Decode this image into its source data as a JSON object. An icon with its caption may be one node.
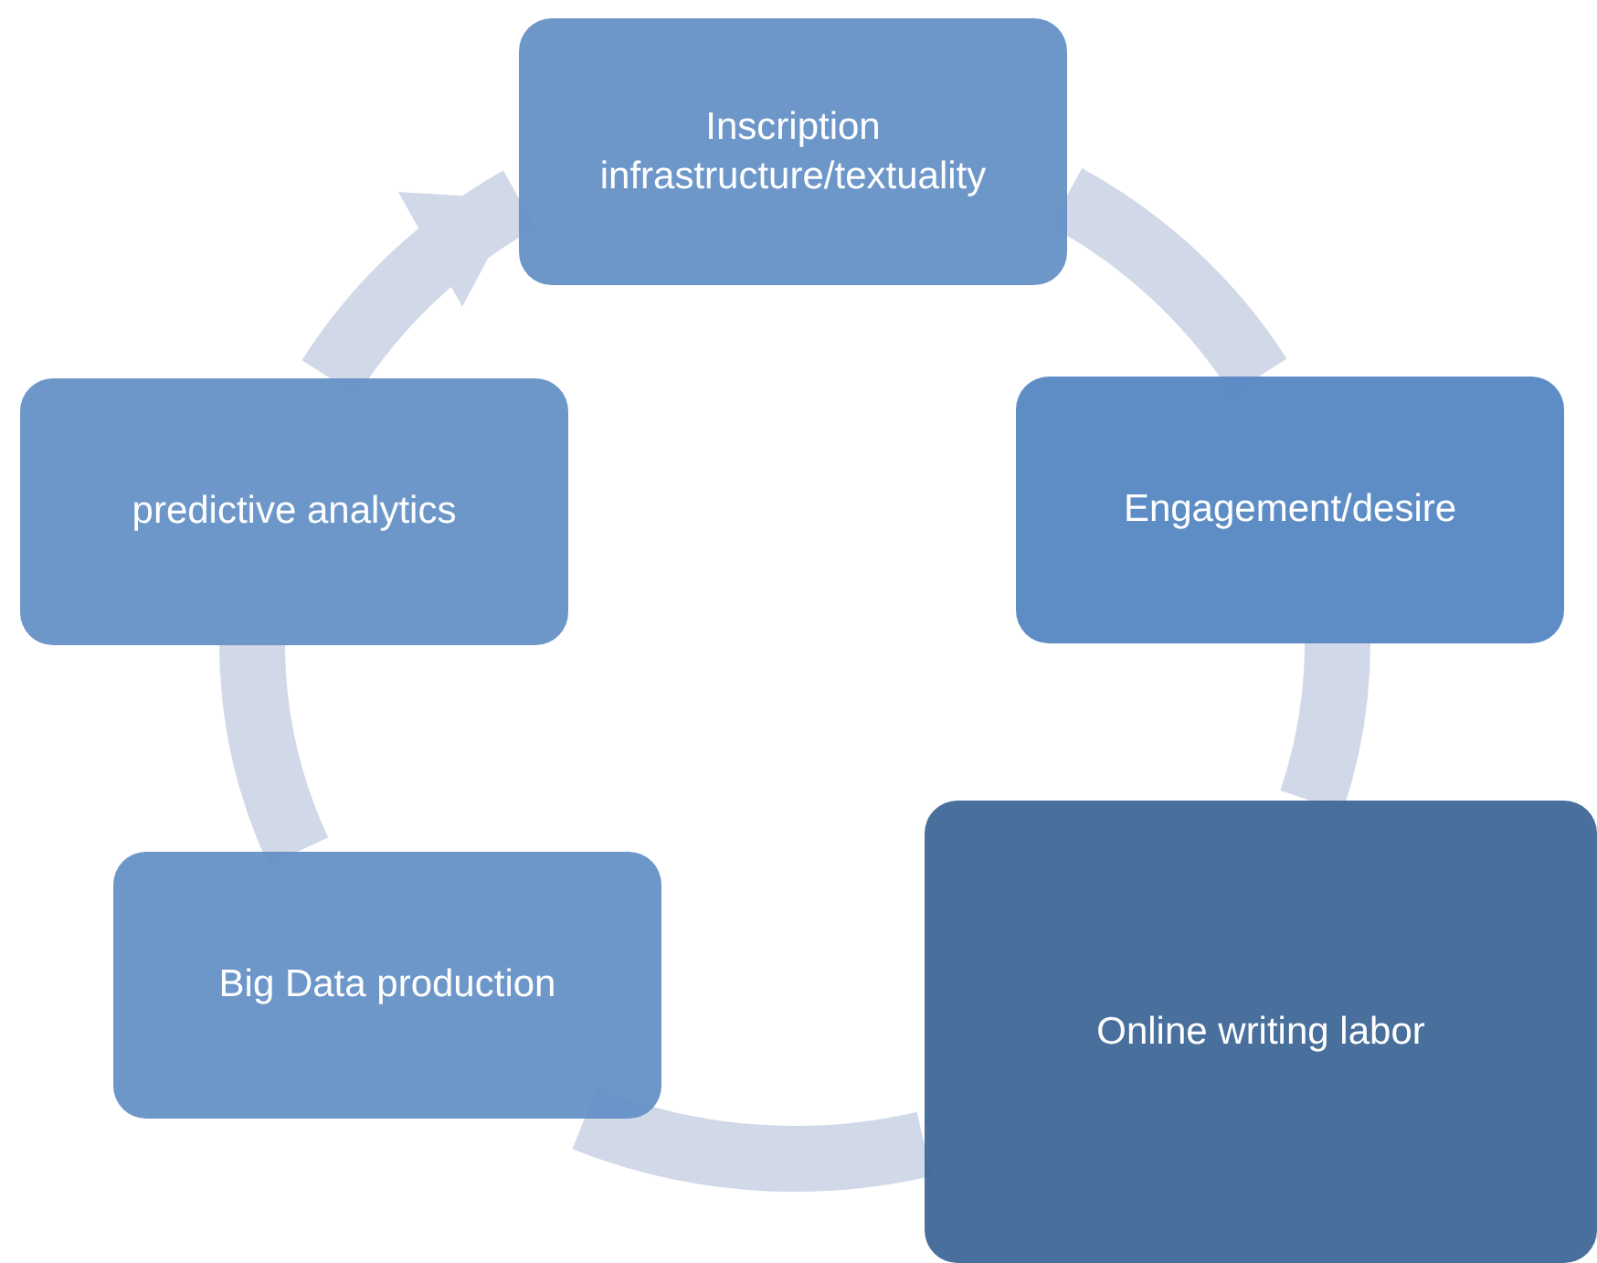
{
  "diagram": {
    "nodes": [
      {
        "text": [
          "Inscription infrastructure/textuality"
        ]
      },
      {
        "text": [
          "Engagement/desire"
        ]
      },
      {
        "text": [
          "Online writing labor"
        ]
      },
      {
        "text": [
          "Big Data production"
        ]
      },
      {
        "text": [
          "predictive analytics"
        ]
      }
    ],
    "edges": [
      {
        "from": 0,
        "to": 1,
        "arrow": "none"
      },
      {
        "from": 1,
        "to": 2,
        "arrow": "none"
      },
      {
        "from": 2,
        "to": 3,
        "arrow": "none"
      },
      {
        "from": 3,
        "to": 4,
        "arrow": "none"
      },
      {
        "from": 4,
        "to": 0,
        "arrow": "to"
      }
    ]
  }
}
